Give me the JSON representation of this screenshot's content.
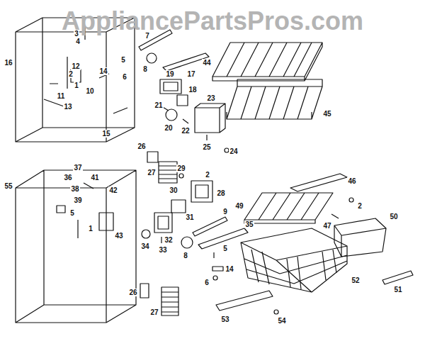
{
  "diagram": {
    "labels": [
      "AppliancePartsPros.com",
      "16",
      "3",
      "4",
      "7",
      "12",
      "2",
      "14",
      "5",
      "6",
      "1",
      "10",
      "11",
      "13",
      "15",
      "8",
      "17",
      "19",
      "18",
      "21",
      "20",
      "22",
      "23",
      "25",
      "24",
      "44",
      "45",
      "26",
      "27",
      "55",
      "37",
      "36",
      "38",
      "41",
      "39",
      "42",
      "5",
      "1",
      "43",
      "29",
      "2",
      "30",
      "28",
      "31",
      "32",
      "34",
      "33",
      "9",
      "8",
      "35",
      "5",
      "14",
      "6",
      "46",
      "2",
      "47",
      "49",
      "50",
      "52",
      "51",
      "53",
      "54",
      "26",
      "27"
    ]
  }
}
